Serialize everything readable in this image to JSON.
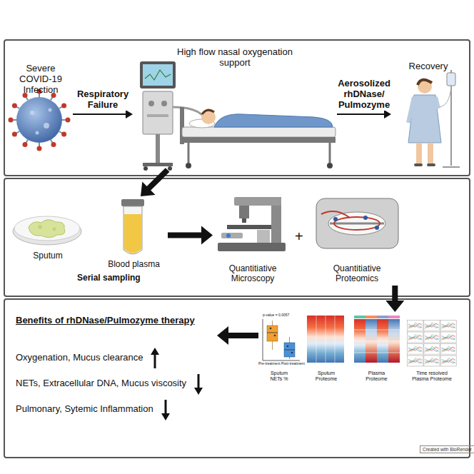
{
  "diagram": {
    "nodes": [
      {
        "text": [
          "Severe COVID-19 Infection"
        ]
      },
      {
        "text": [
          "High flow nasal oxygenation support"
        ]
      },
      {
        "text": [
          "Recovery"
        ]
      },
      {
        "text": [
          "Sputum"
        ]
      },
      {
        "text": [
          "Blood plasma"
        ]
      },
      {
        "text": [
          "Quantitiative Microscopy"
        ]
      },
      {
        "text": [
          "Quantitiative Proteomics"
        ]
      },
      {
        "text": [
          "Benefits of rhDNase/Pulmozyme therapy",
          "Oxygenation, Mucus clearance",
          "NETs, Extracellular DNA, Mucus viscosity",
          "Pulmonary, Sytemic Inflammation"
        ]
      },
      {
        "text": [
          "Sputum NETs %"
        ]
      },
      {
        "text": [
          "Sputum Proteome"
        ]
      },
      {
        "text": [
          "Plasma Proteome"
        ]
      },
      {
        "text": [
          "Time resolved Plasma Proteome"
        ]
      }
    ],
    "edges": [
      {
        "from": 0,
        "to": 1,
        "label": "Respiratory Failure",
        "arrow": "to"
      },
      {
        "from": 1,
        "to": 2,
        "label": "Aerosolized rhDNase/ Pulmozyme",
        "arrow": "to"
      },
      {
        "from": 1,
        "to": 4,
        "arrow": "to"
      },
      {
        "from": 4,
        "to": 5,
        "arrow": "to"
      },
      {
        "from": 6,
        "to": 10,
        "arrow": "to"
      },
      {
        "from": 8,
        "to": 7,
        "arrow": "to"
      }
    ],
    "labels": [
      "Serial sampling",
      "+",
      "p-value = 0.0057",
      "Pre-treatment",
      "Post-treatment",
      "Created with BioRender"
    ]
  }
}
